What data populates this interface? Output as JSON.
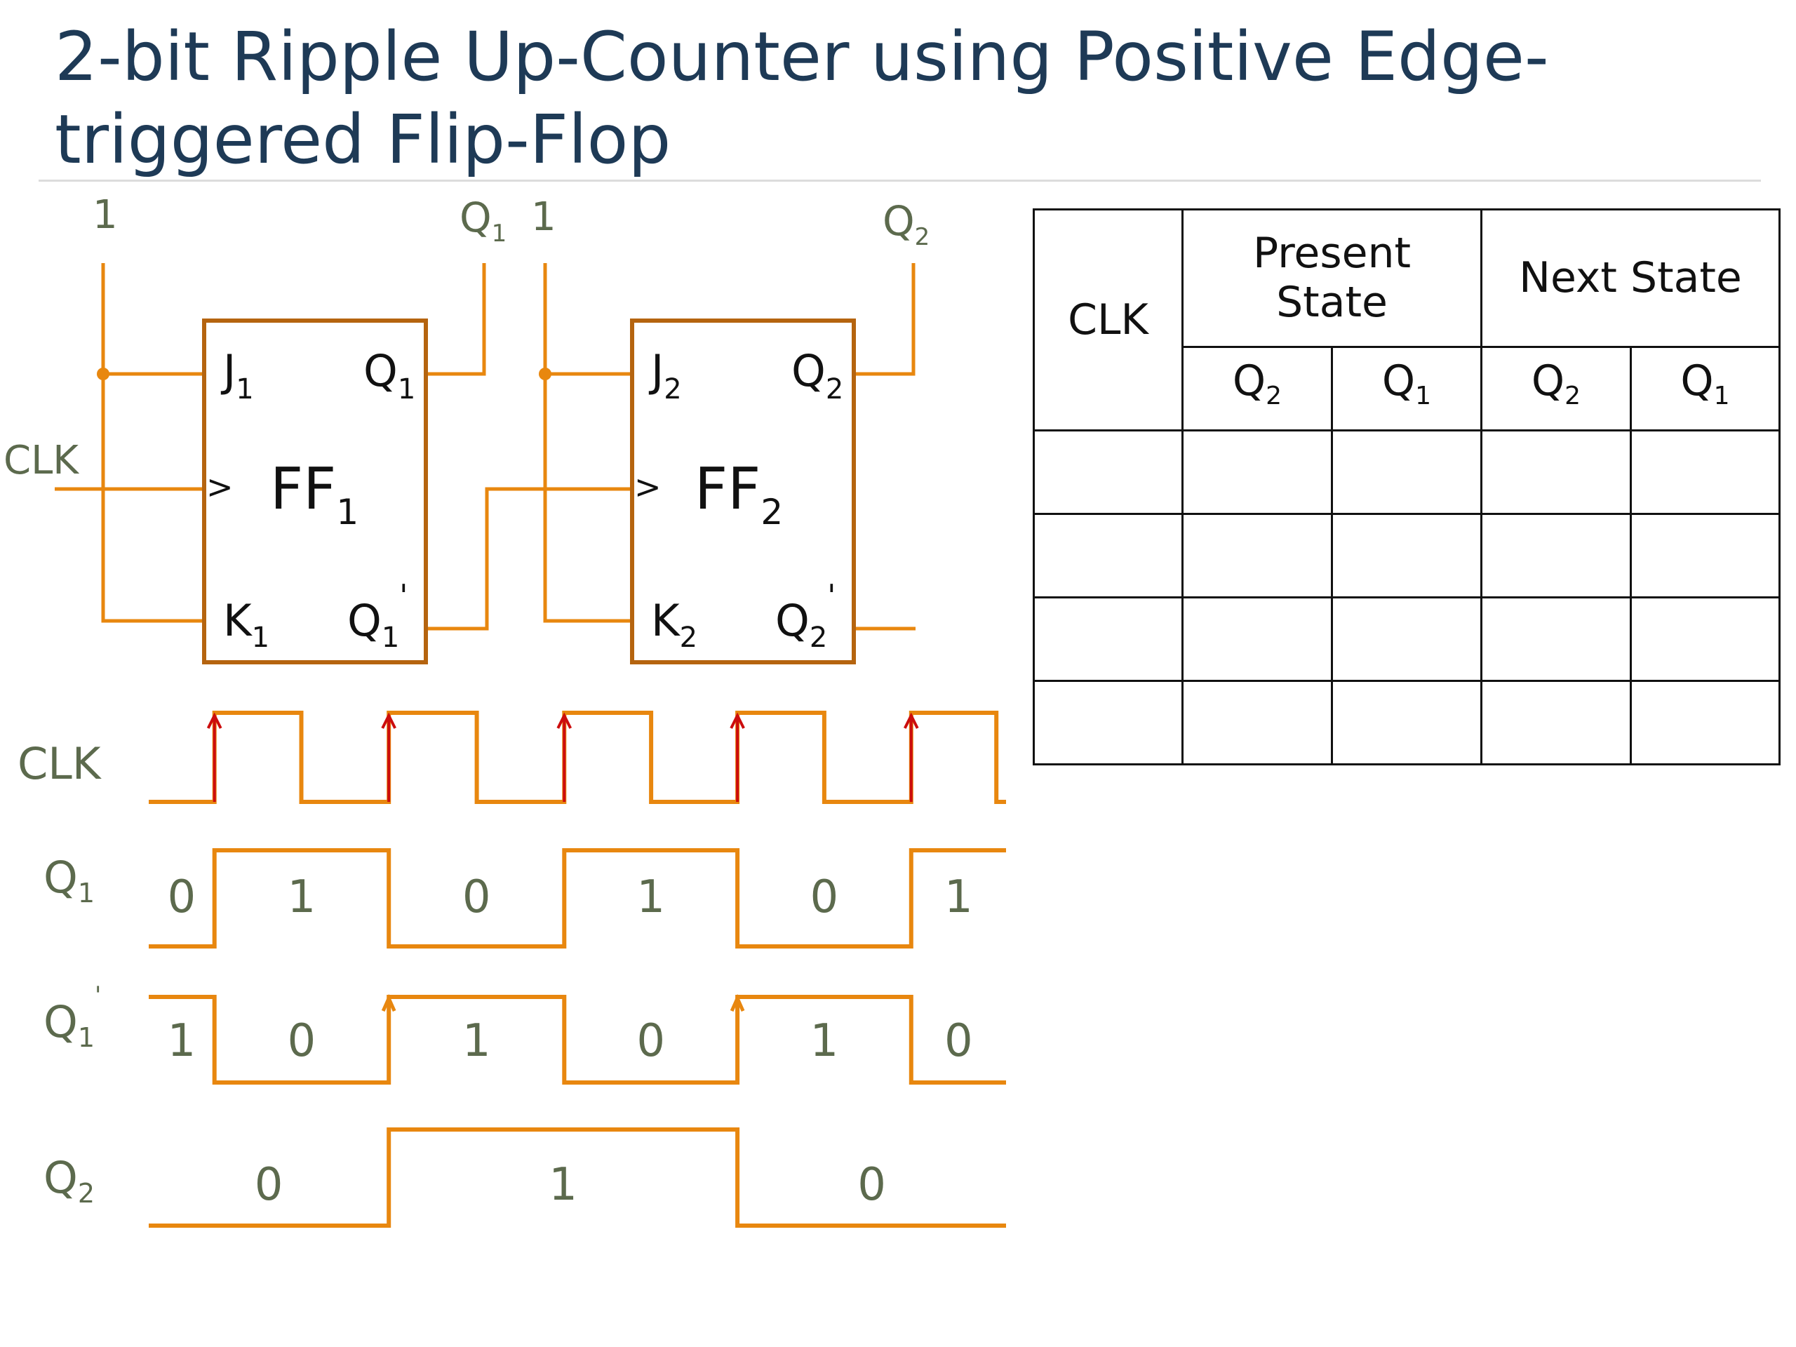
{
  "title": "2-bit Ripple Up-Counter using Positive Edge-triggered Flip-Flop",
  "circuit": {
    "inputs": {
      "ff1_const": "1",
      "ff2_const": "1",
      "clk": "CLK"
    },
    "outputs": {
      "q1": "Q",
      "q1_sub": "1",
      "q2": "Q",
      "q2_sub": "2"
    },
    "flipflops": [
      {
        "name": "FF",
        "sub": "1",
        "j": "J",
        "k": "K",
        "q": "Q",
        "qbar": "Q",
        "prime": "'",
        "clock_symbol": ">"
      },
      {
        "name": "FF",
        "sub": "2",
        "j": "J",
        "k": "K",
        "q": "Q",
        "qbar": "Q",
        "prime": "'",
        "clock_symbol": ">"
      }
    ]
  },
  "timing": {
    "signals": [
      {
        "label": "CLK",
        "sub": "",
        "prime": "",
        "levels": [
          0,
          1,
          0,
          1,
          0,
          1,
          0,
          1,
          0,
          1,
          0
        ],
        "transitions": [
          0.115,
          0.267,
          0.42,
          0.574,
          0.727,
          0.879,
          1.03,
          1.182,
          1.334,
          1.483
        ],
        "values": []
      },
      {
        "label": "Q",
        "sub": "1",
        "prime": "",
        "levels": [
          0,
          1,
          0,
          1,
          0,
          1
        ],
        "transitions": [
          0.115,
          0.42,
          0.727,
          1.03,
          1.334
        ],
        "values": [
          "0",
          "1",
          "0",
          "1",
          "0",
          "1"
        ]
      },
      {
        "label": "Q",
        "sub": "1",
        "prime": "'",
        "levels": [
          1,
          0,
          1,
          0,
          1,
          0
        ],
        "transitions": [
          0.115,
          0.42,
          0.727,
          1.03,
          1.334
        ],
        "values": [
          "1",
          "0",
          "1",
          "0",
          "1",
          "0"
        ]
      },
      {
        "label": "Q",
        "sub": "2",
        "prime": "",
        "levels": [
          0,
          1,
          0
        ],
        "transitions": [
          0.42,
          1.03
        ],
        "values": [
          "0",
          "1",
          "0"
        ]
      }
    ],
    "rising_edge_color": "#cc0d0d",
    "wave_color": "#e8870f"
  },
  "state_table": {
    "headers": {
      "clk": "CLK",
      "present": "Present State",
      "next": "Next State"
    },
    "subheaders": [
      {
        "label": "Q",
        "sub": "2"
      },
      {
        "label": "Q",
        "sub": "1"
      },
      {
        "label": "Q",
        "sub": "2"
      },
      {
        "label": "Q",
        "sub": "1"
      }
    ],
    "rows": [
      [
        "",
        "",
        "",
        "",
        ""
      ],
      [
        "",
        "",
        "",
        "",
        ""
      ],
      [
        "",
        "",
        "",
        "",
        ""
      ],
      [
        "",
        "",
        "",
        "",
        ""
      ]
    ]
  },
  "colors": {
    "title": "#1e3a56",
    "wire": "#e8870f",
    "box": "#b5640f",
    "label": "#5c6a4d",
    "edge_arrow": "#cc0d0d"
  }
}
